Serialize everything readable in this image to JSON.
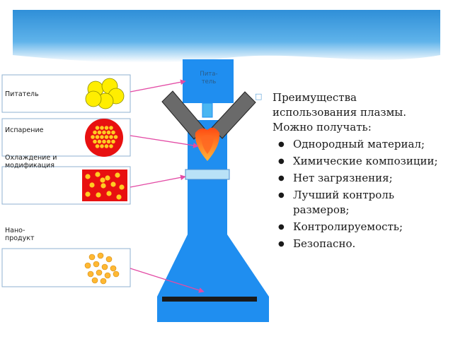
{
  "colors": {
    "banner": "#3f9ee2",
    "vessel": "#1f8ef0",
    "pipe": "#666666",
    "flame_outer": "#ff9a2a",
    "flame_inner": "#ff5a1a",
    "feed_particle": "#ffee00",
    "hot_particle": "#ffcc22",
    "hot_background": "#e81010",
    "product_particle": "#ffb833",
    "arrow": "#e34ba5",
    "box_border": "#8fb2d0"
  },
  "stages": [
    {
      "label": "Питатель"
    },
    {
      "label": "Испарение"
    },
    {
      "label": "Охлаждение и\n модификация"
    },
    {
      "label": "Нано-\nпродукт"
    }
  ],
  "feeder_label": "Пита-\nтель",
  "heading_marker_icon": "square-bullet-icon",
  "heading": "Преимущества использования плазмы. Можно получать:",
  "benefits": [
    "Однородный материал;",
    "Химические композиции;",
    "Нет загрязнения;",
    "Лучший контроль размеров;",
    "Контролируемость;",
    "Безопасно."
  ]
}
